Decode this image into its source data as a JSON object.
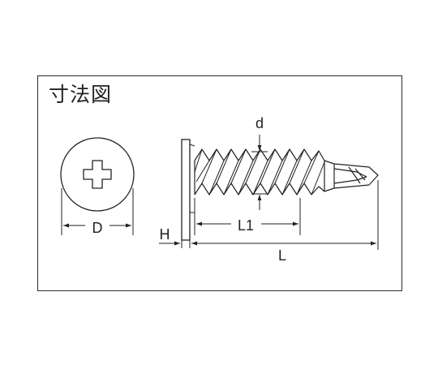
{
  "title": "寸法図",
  "labels": {
    "D": "D",
    "H": "H",
    "L1": "L1",
    "L": "L",
    "d": "d"
  }
}
